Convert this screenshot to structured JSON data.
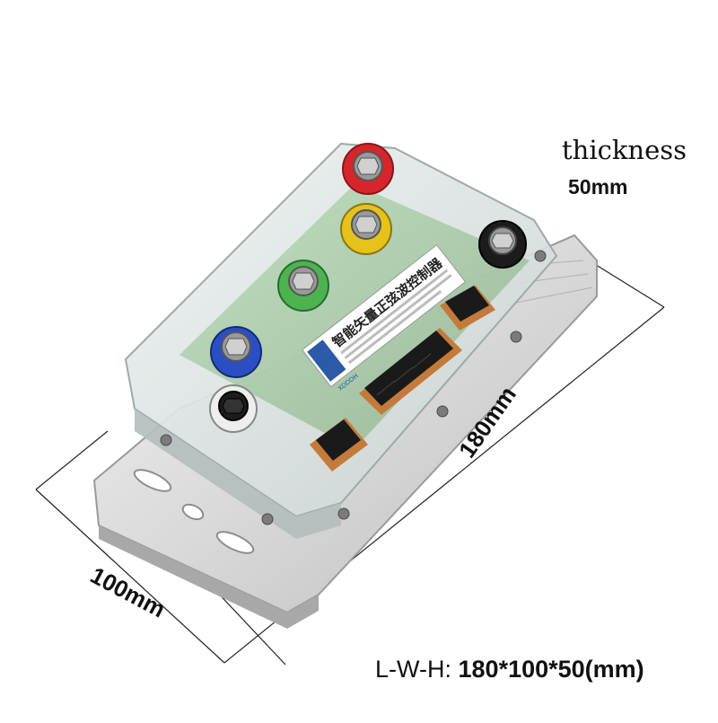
{
  "annotations": {
    "thickness_label": "thickness",
    "thickness_value": "50mm",
    "length_value": "180mm",
    "width_value": "100mm",
    "dims_prefix": "L-W-H:",
    "dims_value": "180*100*50(mm)"
  },
  "product_label": {
    "brand_text": "XDDDH",
    "title": "智能矢量正弦波控制器"
  },
  "colors": {
    "terminal_red": "#d6262b",
    "terminal_yellow": "#e6c21a",
    "terminal_green": "#4cb34f",
    "terminal_blue": "#2a4fc4",
    "terminal_black": "#1c1c1c",
    "connector_base": "#c47a3a"
  }
}
